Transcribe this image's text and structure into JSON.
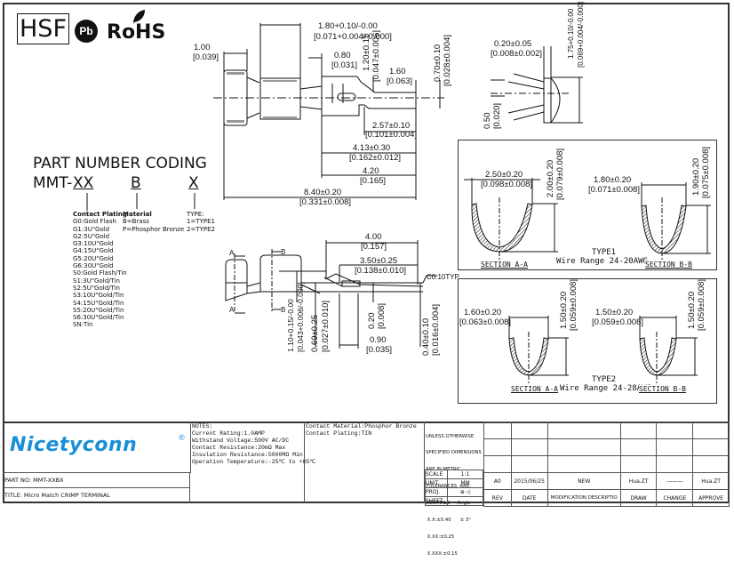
{
  "logos": {
    "hsf": "HSF",
    "pb": "Pb",
    "rohs": "RoHS"
  },
  "part_number_coding": {
    "title": "PART NUMBER CODING",
    "prefix": "MMT-",
    "plating_code": "XX",
    "material_code": "B",
    "type_code": "X",
    "contact_plating": {
      "heading": "Contact Plating",
      "options": [
        "G0:Gold Flash",
        "G1:3U\"Gold",
        "G2:5U\"Gold",
        "G3:10U\"Gold",
        "G4:15U\"Gold",
        "G5:20U\"Gold",
        "G6:30U\"Gold",
        "S0:Gold Flash/Tin",
        "S1:3U\"Gold/Tin",
        "S2:5U\"Gold/Tin",
        "S3:10U\"Gold/Tin",
        "S4:15U\"Gold/Tin",
        "S5:20U\"Gold/Tin",
        "S6:30U\"Gold/Tin",
        "SN:Tin"
      ]
    },
    "material": {
      "heading": "Material",
      "options": [
        "B=Brass",
        "P=Phosphor Bronze"
      ]
    },
    "type": {
      "heading": "TYPE:",
      "options": [
        "1=TYPE1",
        "2=TYPE2"
      ]
    }
  },
  "top_view_dims": {
    "d1": "1.00",
    "d1b": "[0.039]",
    "d2": "1.80+0.10/-0.00",
    "d2b": "[0.071+0.004/-0.000]",
    "d3": "0.80",
    "d3b": "[0.031]",
    "d4": "1.20±0.15",
    "d4b": "[0.047±0.006]",
    "d5": "1.60",
    "d5b": "[0.063]",
    "d6": "0.70±0.10",
    "d6b": "[0.028±0.004]",
    "d7": "2.57±0.10",
    "d7b": "[0.101±0.004]",
    "d8": "4.13±0.30",
    "d8b": "[0.162±0.012]",
    "d9": "4.20",
    "d9b": "[0.165]",
    "d10": "8.40±0.20",
    "d10b": "[0.331±0.008]"
  },
  "end_view_dims": {
    "d1": "0.20±0.05",
    "d1b": "[0.008±0.002]",
    "d2": "1.75+0.10/-0.00",
    "d2b": "[0.069+0.004/-0.000]",
    "d3": "0.50",
    "d3b": "[0.020]"
  },
  "side_view_dims": {
    "d1": "4.00",
    "d1b": "[0.157]",
    "d2": "3.50±0.25",
    "d2b": "[0.138±0.010]",
    "chamfer": "C0.10TYP.",
    "d3": "1.10+0.15/-0.00",
    "d3b": "[0.043+0.006/-0.000]",
    "d4": "0.69±0.25",
    "d4b": "[0.027±0.010]",
    "d5": "0.20",
    "d5b": "[0.008]",
    "d6": "0.90",
    "d6b": "[0.035]",
    "d7": "0.40±0.10",
    "d7b": "[0.016±0.004]",
    "label_a": "A",
    "label_b": "B"
  },
  "type1": {
    "title": "TYPE1",
    "wire_range": "Wire Range 24-20AWG",
    "section_a": "SECTION A-A",
    "section_b": "SECTION B-B",
    "a_width": "2.50±0.20",
    "a_width_b": "[0.098±0.008]",
    "a_height": "2.00±0.20",
    "a_height_b": "[0.079±0.008]",
    "b_width": "1.80±0.20",
    "b_width_b": "[0.071±0.008]",
    "b_height": "1.90±0.20",
    "b_height_b": "[0.075±0.008]"
  },
  "type2": {
    "title": "TYPE2",
    "wire_range": "Wire Range 24-28AWG",
    "section_a": "SECTION A-A",
    "section_b": "SECTION B-B",
    "a_width": "1.60±0.20",
    "a_width_b": "[0.063±0.008]",
    "a_height": "1.50±0.20",
    "a_height_b": "[0.059±0.008]",
    "b_width": "1.50±0.20",
    "b_width_b": "[0.059±0.008]",
    "b_height": "1.50±0.20",
    "b_height_b": "[0.059±0.008]"
  },
  "title_block": {
    "company": "Nicetyconn",
    "registered": "®",
    "part_no": "PART NO: MMT-XXBX",
    "title": "TITLE: Micro Match CRIMP  TERMINAL",
    "notes": [
      "NOTES:",
      "Current Rating:1.0AMP",
      "Withstand Voltage:500V AC/DC",
      "Contact Resistance:20mΩ Max",
      "Insulation Resistance:5000MΩ Min",
      "Operation Temperature:-25℃ to +85℃"
    ],
    "material_notes": [
      "Contact Material:Phosphor Bronze",
      "Contact Plating:TIN"
    ],
    "tolerances": [
      "UNLESS OTHERWISE",
      "SPECIFIED DIMENSIONS",
      "ARE IN METRIC",
      "TOLERANCES  ARE:",
      "DECIMALS     Angle",
      " X.X:±0.40      ± 3°",
      " X.XX:±0.25",
      " X.XXX:±0.15"
    ],
    "scale_label": "SCALE",
    "scale": "1:1",
    "unit_label": "UNIT",
    "unit": "MM",
    "proj_label": "PROJ.",
    "proj": "⊕ ◁",
    "sheet_label": "SHEET",
    "sheet": "",
    "revision": {
      "rev": "A0",
      "date": "2015/06/25",
      "desc": "NEW",
      "draw": "Hua.ZT",
      "change": "———",
      "approve": "Hua.ZT"
    },
    "headers": [
      "REV",
      "DATE",
      "MODIFICATION DESCRIPTIO",
      "DRAW",
      "CHANGE",
      "APPROVE"
    ]
  },
  "colors": {
    "brand_blue": "#1a8fd6",
    "line": "#222222"
  }
}
